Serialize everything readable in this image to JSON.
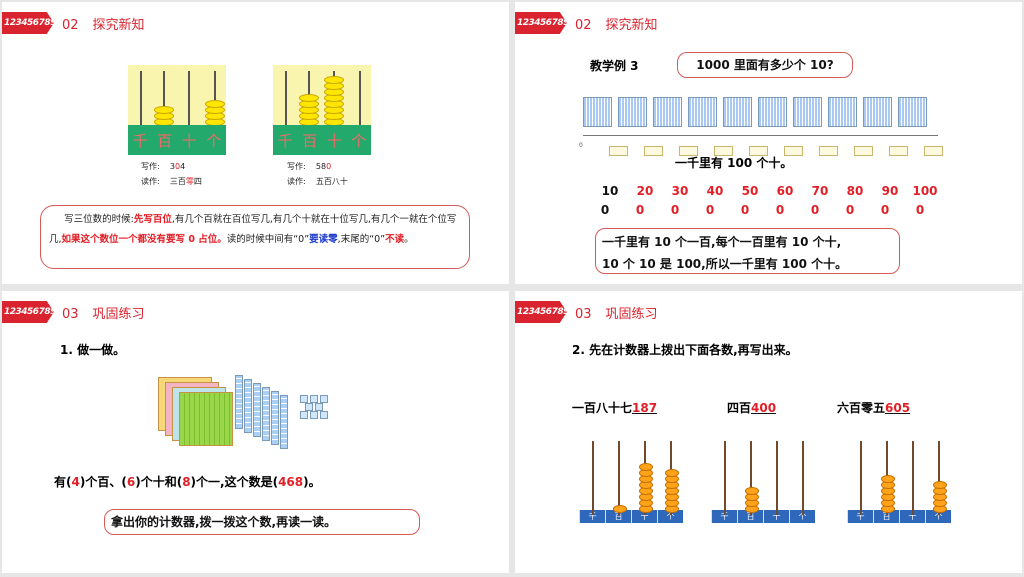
{
  "brand_badge": "123456789",
  "slide1": {
    "section_num": "02",
    "section_title": "探究新知",
    "abacus1": {
      "labels": [
        "千",
        "百",
        "十",
        "个"
      ],
      "write_label": "写作:",
      "write_a": "3",
      "write_b": "0",
      "write_c": "4",
      "read_label": "读作:",
      "read_a": "三百",
      "read_b": "零",
      "read_c": "四"
    },
    "abacus2": {
      "labels": [
        "千",
        "百",
        "十",
        "个"
      ],
      "write_label": "写作:",
      "write_a": "58",
      "write_b": "0",
      "read_label": "读作:",
      "read_value": "五百八十"
    },
    "explain": {
      "p1": "写三位数的时候:",
      "p2": "先写百位",
      "p3": ",有几个百就在百位写几,有几个十就在十位写几,有几个一就在个位写几,",
      "p4": "如果这个数位一个都没有要写 0 占位。",
      "p5": "读的时候中间有“0”",
      "p6": "要读零",
      "p7": ",末尾的“0”",
      "p8": "不读",
      "p9": "。"
    }
  },
  "slide2": {
    "section_num": "02",
    "section_title": "探究新知",
    "example_label": "教学例 3",
    "question": "1000 里面有多少个 10?",
    "axis_zero": "0",
    "statement": "一千里有 100 个十。",
    "pairs": [
      {
        "top": "10",
        "bottom": "0"
      },
      {
        "top": "20",
        "bottom": "0"
      },
      {
        "top": "30",
        "bottom": "0"
      },
      {
        "top": "40",
        "bottom": "0"
      },
      {
        "top": "50",
        "bottom": "0"
      },
      {
        "top": "60",
        "bottom": "0"
      },
      {
        "top": "70",
        "bottom": "0"
      },
      {
        "top": "80",
        "bottom": "0"
      },
      {
        "top": "90",
        "bottom": "0"
      },
      {
        "top": "100",
        "bottom": "0"
      }
    ],
    "explain_line1": "一千里有 10 个一百,每个一百里有 10 个十,",
    "explain_line2": "10 个 10 是 100,所以一千里有 100 个十。"
  },
  "slide3": {
    "section_num": "03",
    "section_title": "巩固练习",
    "task": "1. 做一做。",
    "sentence": {
      "a": "有(",
      "h": "4",
      "b": ")个百、(",
      "t": "6",
      "c": ")个十和(",
      "u": "8",
      "d": ")个一,这个数是(",
      "n": "468",
      "e": ")。"
    },
    "prompt": "拿出你的计数器,拨一拨这个数,再读一读。"
  },
  "slide4": {
    "section_num": "03",
    "section_title": "巩固练习",
    "task": "2. 先在计数器上拨出下面各数,再写出来。",
    "items": [
      {
        "word": "一百八十七",
        "answer": "187"
      },
      {
        "word": "四百",
        "answer": "400"
      },
      {
        "word": "六百零五",
        "answer": "605"
      }
    ],
    "labels": [
      "千",
      "百",
      "十",
      "个"
    ]
  }
}
